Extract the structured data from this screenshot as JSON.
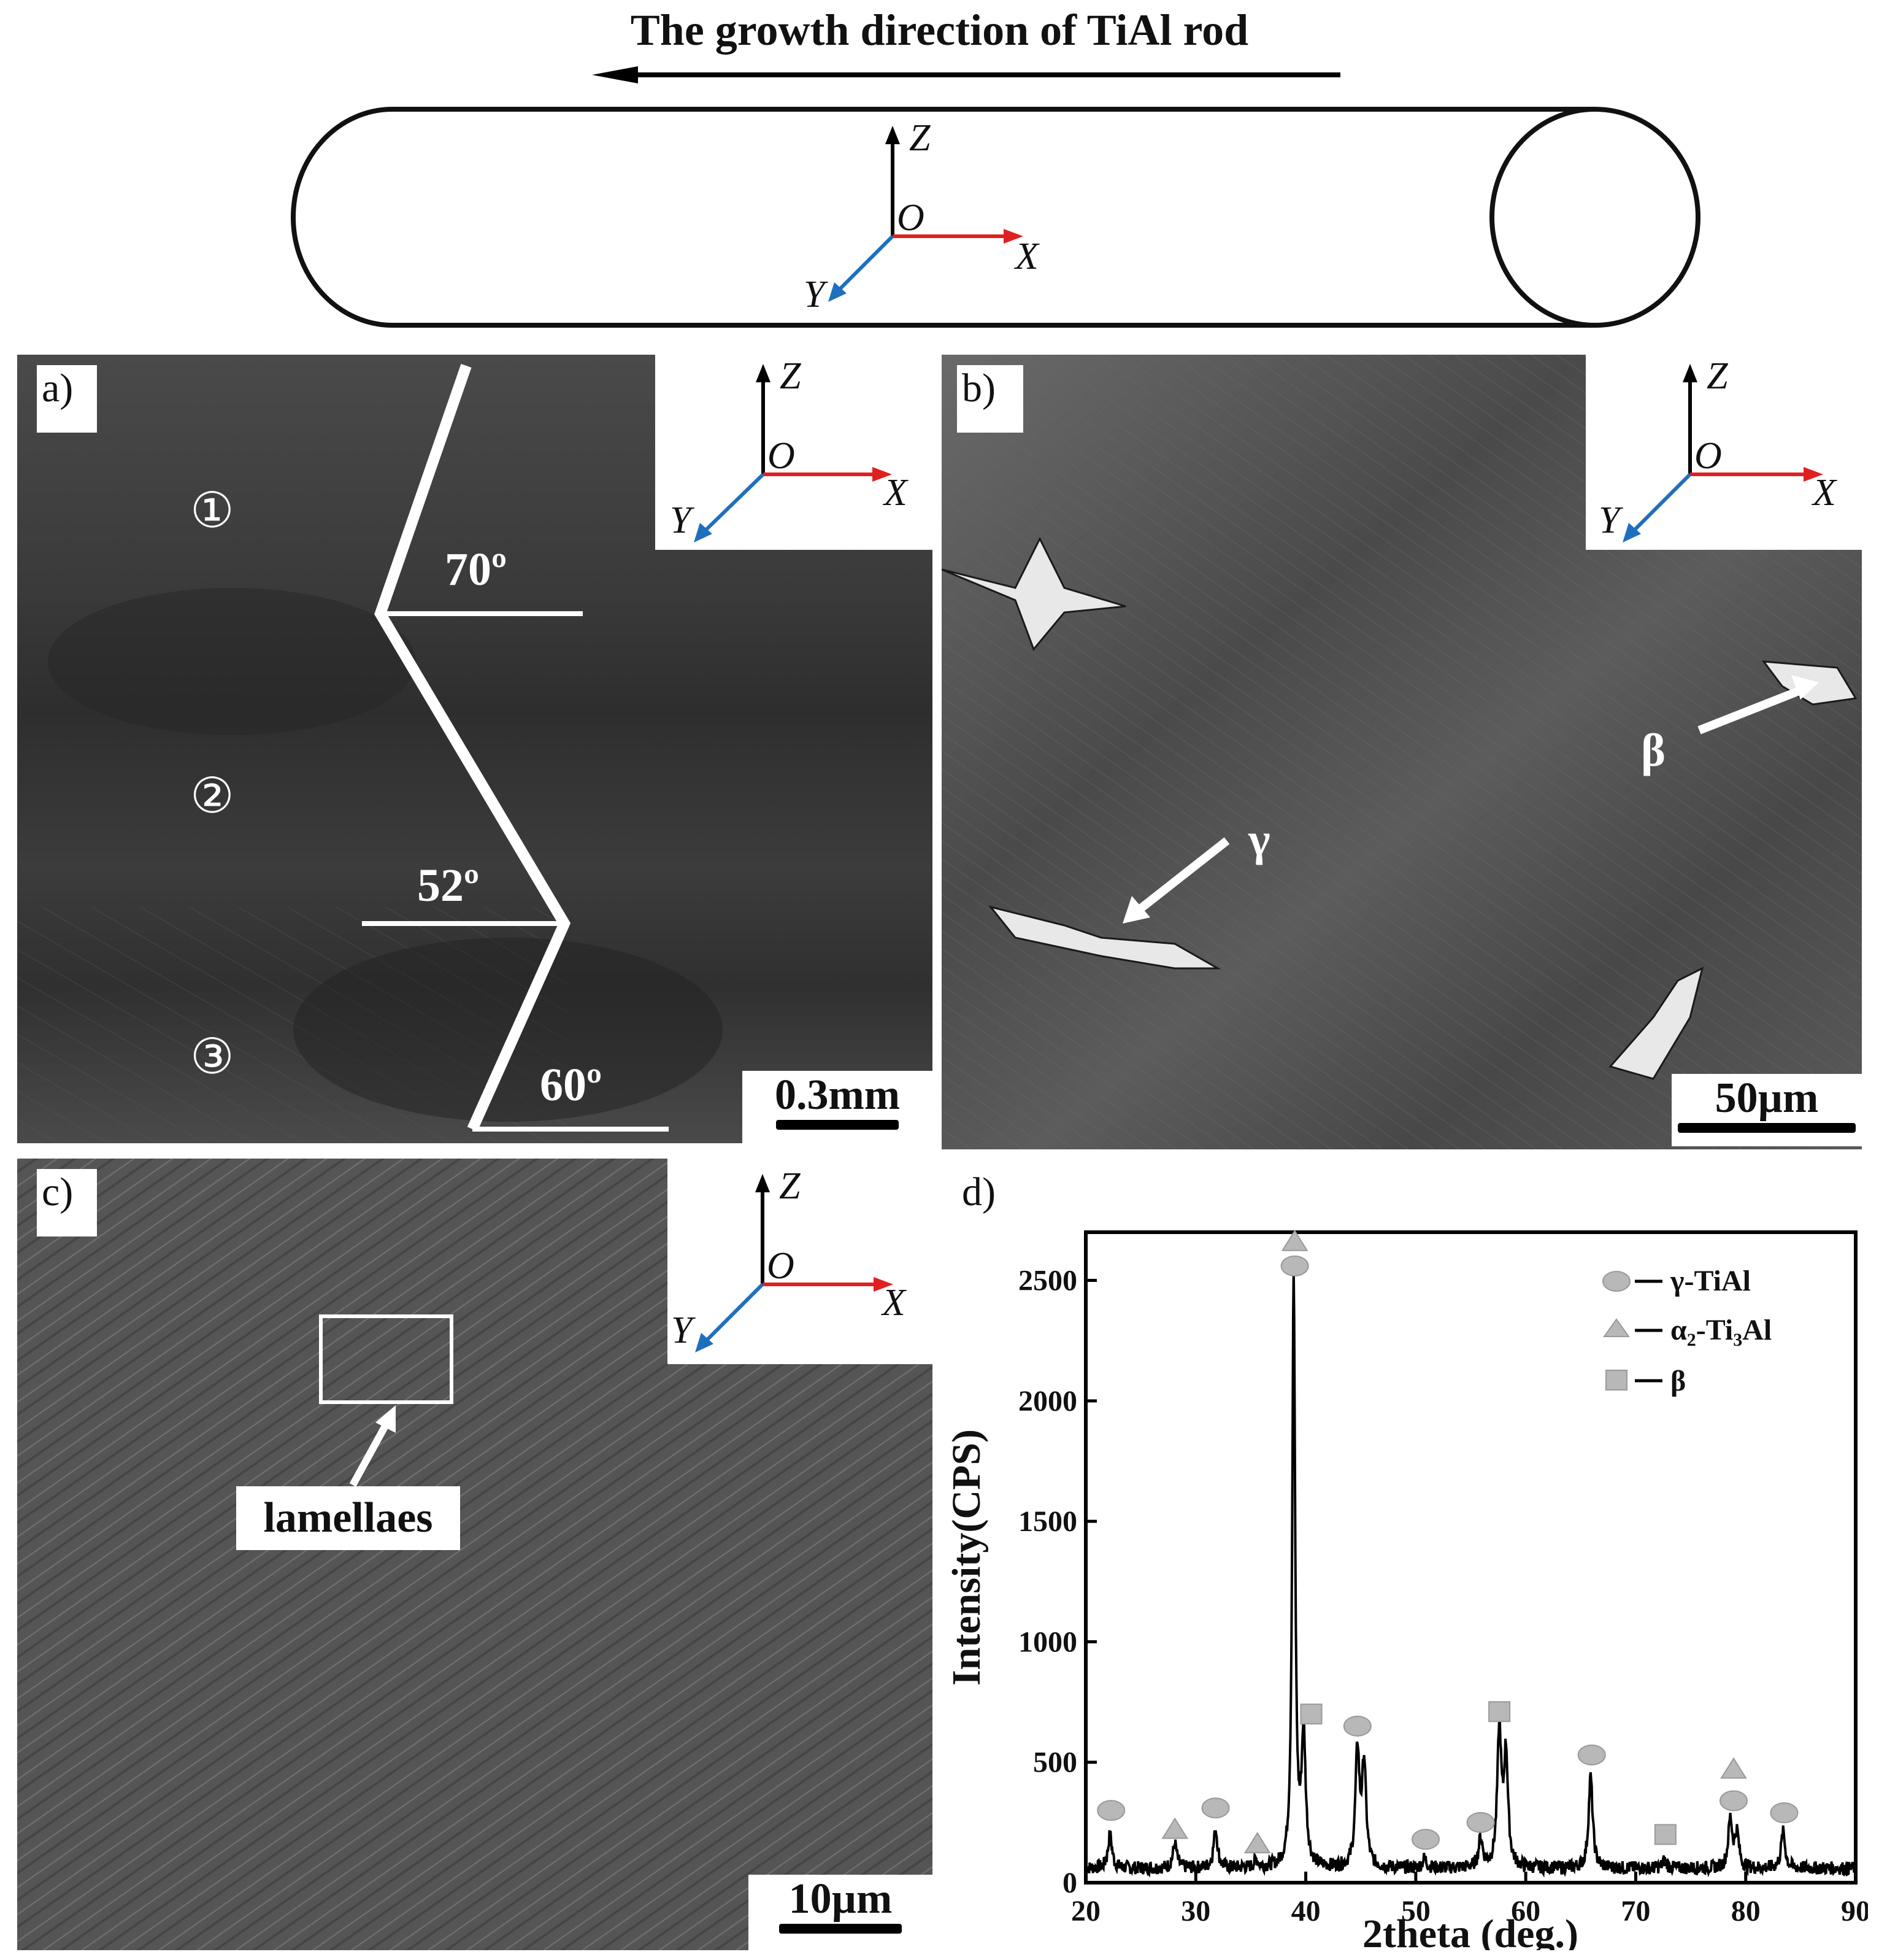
{
  "figure_title": "The growth direction of TiAl rod",
  "axes_labels": {
    "z": "Z",
    "o": "O",
    "x": "X",
    "y": "Y"
  },
  "panel_a": {
    "label": "a)",
    "zones": [
      "①",
      "②",
      "③"
    ],
    "angles": [
      "70º",
      "52º",
      "60º"
    ],
    "scale": "0.3mm"
  },
  "panel_b": {
    "label": "b)",
    "phase_beta": "β",
    "phase_gamma": "γ",
    "scale": "50µm"
  },
  "panel_c": {
    "label": "c)",
    "annotation": "lamellaes",
    "scale": "10µm"
  },
  "panel_d": {
    "label": "d)"
  },
  "colors": {
    "x_axis": "#e02020",
    "y_axis": "#1f6fbf",
    "marker": "#b8b8b8"
  },
  "chart_data": {
    "type": "line",
    "xlabel": "2theta (deg.)",
    "ylabel": "Intensity(CPS)",
    "xlim": [
      20,
      90
    ],
    "ylim": [
      0,
      2700
    ],
    "x_ticks": [
      20,
      30,
      40,
      50,
      60,
      70,
      80,
      90
    ],
    "y_ticks": [
      0,
      500,
      1000,
      1500,
      2000,
      2500
    ],
    "legend_position": "top-right",
    "legend": [
      {
        "marker": "circle",
        "label": "γ-TiAl"
      },
      {
        "marker": "triangle",
        "label": "α",
        "sub": "2",
        "label2": "-Ti",
        "sub2": "3",
        "label3": "Al"
      },
      {
        "marker": "square",
        "label": "β"
      }
    ],
    "baseline": 60,
    "peaks": [
      {
        "x": 22.2,
        "y": 200
      },
      {
        "x": 28.1,
        "y": 160
      },
      {
        "x": 31.8,
        "y": 220
      },
      {
        "x": 35.5,
        "y": 90
      },
      {
        "x": 38.9,
        "y": 2520
      },
      {
        "x": 39.8,
        "y": 600
      },
      {
        "x": 44.7,
        "y": 540
      },
      {
        "x": 45.3,
        "y": 480
      },
      {
        "x": 50.8,
        "y": 100
      },
      {
        "x": 55.9,
        "y": 180
      },
      {
        "x": 57.6,
        "y": 620
      },
      {
        "x": 58.2,
        "y": 520
      },
      {
        "x": 65.9,
        "y": 440
      },
      {
        "x": 72.6,
        "y": 90
      },
      {
        "x": 78.6,
        "y": 260
      },
      {
        "x": 79.2,
        "y": 200
      },
      {
        "x": 83.4,
        "y": 210
      }
    ],
    "markers": [
      {
        "shape": "circle",
        "x": 22.3,
        "y": 300
      },
      {
        "shape": "triangle",
        "x": 28.1,
        "y": 220
      },
      {
        "shape": "circle",
        "x": 31.8,
        "y": 310
      },
      {
        "shape": "triangle",
        "x": 35.6,
        "y": 160
      },
      {
        "shape": "triangle",
        "x": 39.0,
        "y": 2660
      },
      {
        "shape": "circle",
        "x": 39.0,
        "y": 2560
      },
      {
        "shape": "square",
        "x": 40.5,
        "y": 700
      },
      {
        "shape": "circle",
        "x": 44.7,
        "y": 650
      },
      {
        "shape": "circle",
        "x": 50.9,
        "y": 180
      },
      {
        "shape": "circle",
        "x": 55.9,
        "y": 250
      },
      {
        "shape": "square",
        "x": 57.6,
        "y": 710
      },
      {
        "shape": "circle",
        "x": 66.0,
        "y": 530
      },
      {
        "shape": "square",
        "x": 72.7,
        "y": 200
      },
      {
        "shape": "triangle",
        "x": 78.9,
        "y": 470
      },
      {
        "shape": "circle",
        "x": 78.9,
        "y": 340
      },
      {
        "shape": "circle",
        "x": 83.5,
        "y": 290
      }
    ]
  }
}
